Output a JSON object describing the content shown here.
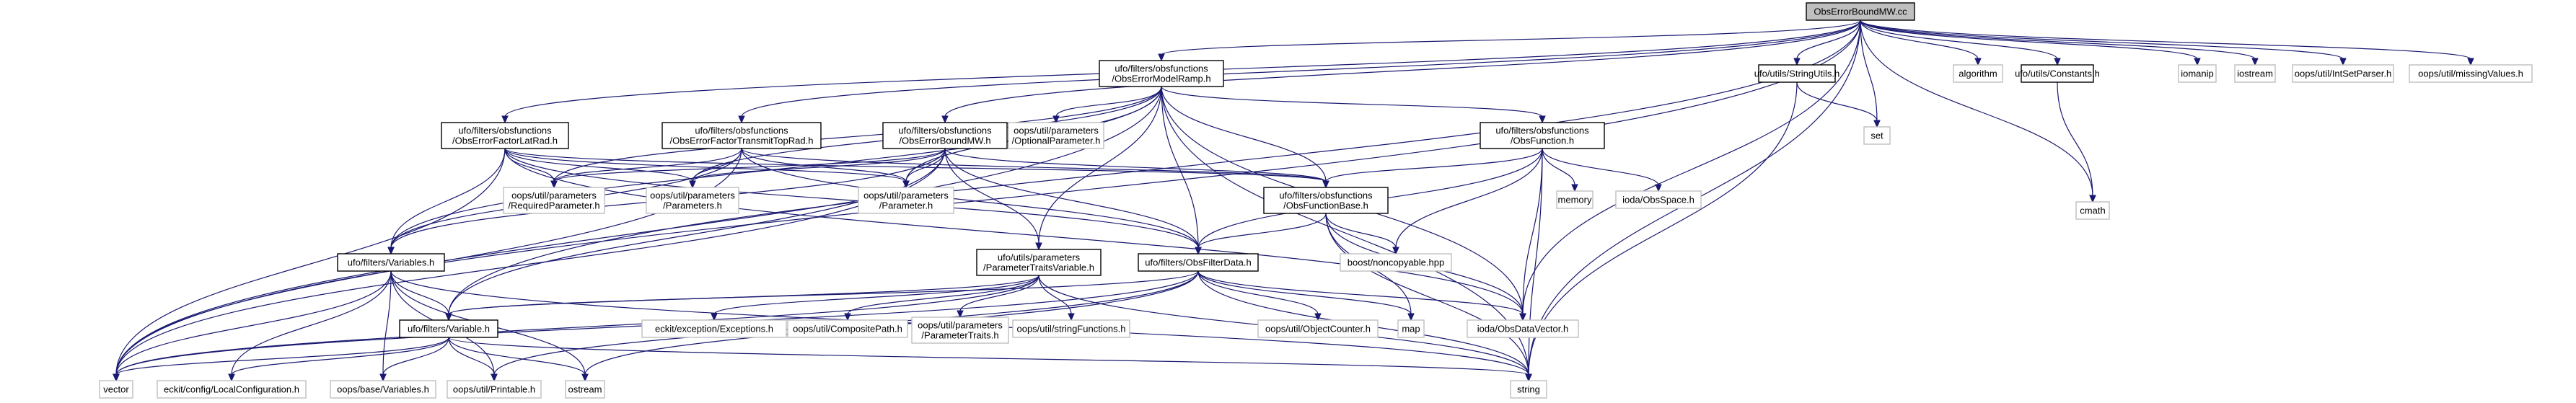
{
  "diagram": {
    "nodes": [
      {
        "id": "root",
        "lines": [
          "ObsErrorBoundMW.cc"
        ],
        "kind": "root"
      },
      {
        "id": "ramp",
        "lines": [
          "ufo/filters/obsfunctions",
          "/ObsErrorModelRamp.h"
        ],
        "kind": "internal"
      },
      {
        "id": "stringutils",
        "lines": [
          "ufo/utils/StringUtils.h"
        ],
        "kind": "internal"
      },
      {
        "id": "constants",
        "lines": [
          "ufo/utils/Constants.h"
        ],
        "kind": "internal"
      },
      {
        "id": "algorithm",
        "lines": [
          "algorithm"
        ],
        "kind": "external"
      },
      {
        "id": "iomanip",
        "lines": [
          "iomanip"
        ],
        "kind": "external"
      },
      {
        "id": "iostream",
        "lines": [
          "iostream"
        ],
        "kind": "external"
      },
      {
        "id": "intsetparser",
        "lines": [
          "oops/util/IntSetParser.h"
        ],
        "kind": "external"
      },
      {
        "id": "missingvalues",
        "lines": [
          "oops/util/missingValues.h"
        ],
        "kind": "external"
      },
      {
        "id": "set",
        "lines": [
          "set"
        ],
        "kind": "external"
      },
      {
        "id": "cmath",
        "lines": [
          "cmath"
        ],
        "kind": "external"
      },
      {
        "id": "latrad",
        "lines": [
          "ufo/filters/obsfunctions",
          "/ObsErrorFactorLatRad.h"
        ],
        "kind": "internal"
      },
      {
        "id": "transmit",
        "lines": [
          "ufo/filters/obsfunctions",
          "/ObsErrorFactorTransmitTopRad.h"
        ],
        "kind": "internal"
      },
      {
        "id": "boundmwh",
        "lines": [
          "ufo/filters/obsfunctions",
          "/ObsErrorBoundMW.h"
        ],
        "kind": "internal"
      },
      {
        "id": "optparam",
        "lines": [
          "oops/util/parameters",
          "/OptionalParameter.h"
        ],
        "kind": "external"
      },
      {
        "id": "obsfunction",
        "lines": [
          "ufo/filters/obsfunctions",
          "/ObsFunction.h"
        ],
        "kind": "internal"
      },
      {
        "id": "reqparam",
        "lines": [
          "oops/util/parameters",
          "/RequiredParameter.h"
        ],
        "kind": "external"
      },
      {
        "id": "parameters",
        "lines": [
          "oops/util/parameters",
          "/Parameters.h"
        ],
        "kind": "external"
      },
      {
        "id": "parameter",
        "lines": [
          "oops/util/parameters",
          "/Parameter.h"
        ],
        "kind": "external"
      },
      {
        "id": "obsfunctionbase",
        "lines": [
          "ufo/filters/obsfunctions",
          "/ObsFunctionBase.h"
        ],
        "kind": "internal"
      },
      {
        "id": "memory",
        "lines": [
          "memory"
        ],
        "kind": "external"
      },
      {
        "id": "obsspace",
        "lines": [
          "ioda/ObsSpace.h"
        ],
        "kind": "external"
      },
      {
        "id": "variablesh",
        "lines": [
          "ufo/filters/Variables.h"
        ],
        "kind": "internal"
      },
      {
        "id": "traitsvar",
        "lines": [
          "ufo/utils/parameters",
          "/ParameterTraitsVariable.h"
        ],
        "kind": "internal"
      },
      {
        "id": "obsfilterdata",
        "lines": [
          "ufo/filters/ObsFilterData.h"
        ],
        "kind": "internal"
      },
      {
        "id": "noncopyable",
        "lines": [
          "boost/noncopyable.hpp"
        ],
        "kind": "external"
      },
      {
        "id": "variableh",
        "lines": [
          "ufo/filters/Variable.h"
        ],
        "kind": "internal"
      },
      {
        "id": "exceptions",
        "lines": [
          "eckit/exception/Exceptions.h"
        ],
        "kind": "external"
      },
      {
        "id": "compositepath",
        "lines": [
          "oops/util/CompositePath.h"
        ],
        "kind": "external"
      },
      {
        "id": "paramtraits",
        "lines": [
          "oops/util/parameters",
          "/ParameterTraits.h"
        ],
        "kind": "external"
      },
      {
        "id": "stringfunctions",
        "lines": [
          "oops/util/stringFunctions.h"
        ],
        "kind": "external"
      },
      {
        "id": "objectcounter",
        "lines": [
          "oops/util/ObjectCounter.h"
        ],
        "kind": "external"
      },
      {
        "id": "map",
        "lines": [
          "map"
        ],
        "kind": "external"
      },
      {
        "id": "obsdatavector",
        "lines": [
          "ioda/ObsDataVector.h"
        ],
        "kind": "external"
      },
      {
        "id": "vector",
        "lines": [
          "vector"
        ],
        "kind": "external"
      },
      {
        "id": "localconfig",
        "lines": [
          "eckit/config/LocalConfiguration.h"
        ],
        "kind": "external"
      },
      {
        "id": "basevariables",
        "lines": [
          "oops/base/Variables.h"
        ],
        "kind": "external"
      },
      {
        "id": "printable",
        "lines": [
          "oops/util/Printable.h"
        ],
        "kind": "external"
      },
      {
        "id": "ostream",
        "lines": [
          "ostream"
        ],
        "kind": "external"
      },
      {
        "id": "string",
        "lines": [
          "string"
        ],
        "kind": "external"
      }
    ],
    "edges": [
      [
        "root",
        "ramp"
      ],
      [
        "root",
        "stringutils"
      ],
      [
        "root",
        "constants"
      ],
      [
        "root",
        "algorithm"
      ],
      [
        "root",
        "iomanip"
      ],
      [
        "root",
        "iostream"
      ],
      [
        "root",
        "intsetparser"
      ],
      [
        "root",
        "missingvalues"
      ],
      [
        "root",
        "set"
      ],
      [
        "root",
        "cmath"
      ],
      [
        "root",
        "latrad"
      ],
      [
        "root",
        "transmit"
      ],
      [
        "root",
        "boundmwh"
      ],
      [
        "root",
        "obsdatavector"
      ],
      [
        "root",
        "string"
      ],
      [
        "root",
        "vector"
      ],
      [
        "root",
        "variableh"
      ],
      [
        "ramp",
        "optparam"
      ],
      [
        "ramp",
        "obsfunction"
      ],
      [
        "ramp",
        "reqparam"
      ],
      [
        "ramp",
        "parameters"
      ],
      [
        "ramp",
        "parameter"
      ],
      [
        "ramp",
        "obsfunctionbase"
      ],
      [
        "ramp",
        "variablesh"
      ],
      [
        "ramp",
        "traitsvar"
      ],
      [
        "ramp",
        "obsfilterdata"
      ],
      [
        "ramp",
        "obsdatavector"
      ],
      [
        "ramp",
        "string"
      ],
      [
        "ramp",
        "vector"
      ],
      [
        "stringutils",
        "set"
      ],
      [
        "stringutils",
        "string"
      ],
      [
        "constants",
        "cmath"
      ],
      [
        "latrad",
        "reqparam"
      ],
      [
        "latrad",
        "parameters"
      ],
      [
        "latrad",
        "parameter"
      ],
      [
        "latrad",
        "obsfunctionbase"
      ],
      [
        "latrad",
        "variablesh"
      ],
      [
        "latrad",
        "obsfilterdata"
      ],
      [
        "latrad",
        "vector"
      ],
      [
        "latrad",
        "obsdatavector"
      ],
      [
        "transmit",
        "reqparam"
      ],
      [
        "transmit",
        "parameters"
      ],
      [
        "transmit",
        "parameter"
      ],
      [
        "transmit",
        "obsfunctionbase"
      ],
      [
        "transmit",
        "variablesh"
      ],
      [
        "transmit",
        "obsfilterdata"
      ],
      [
        "transmit",
        "vector"
      ],
      [
        "boundmwh",
        "reqparam"
      ],
      [
        "boundmwh",
        "parameters"
      ],
      [
        "boundmwh",
        "parameter"
      ],
      [
        "boundmwh",
        "obsfunctionbase"
      ],
      [
        "boundmwh",
        "variablesh"
      ],
      [
        "boundmwh",
        "traitsvar"
      ],
      [
        "boundmwh",
        "obsfilterdata"
      ],
      [
        "boundmwh",
        "variableh"
      ],
      [
        "boundmwh",
        "vector"
      ],
      [
        "obsfunction",
        "obsfunctionbase"
      ],
      [
        "obsfunction",
        "memory"
      ],
      [
        "obsfunction",
        "obsspace"
      ],
      [
        "obsfunction",
        "noncopyable"
      ],
      [
        "obsfunction",
        "obsfilterdata"
      ],
      [
        "obsfunction",
        "obsdatavector"
      ],
      [
        "obsfunction",
        "string"
      ],
      [
        "obsfunctionbase",
        "noncopyable"
      ],
      [
        "obsfunctionbase",
        "obsfilterdata"
      ],
      [
        "obsfunctionbase",
        "map"
      ],
      [
        "obsfunctionbase",
        "obsdatavector"
      ],
      [
        "obsfunctionbase",
        "string"
      ],
      [
        "variablesh",
        "variableh"
      ],
      [
        "variablesh",
        "vector"
      ],
      [
        "variablesh",
        "localconfig"
      ],
      [
        "variablesh",
        "basevariables"
      ],
      [
        "variablesh",
        "printable"
      ],
      [
        "variablesh",
        "ostream"
      ],
      [
        "variablesh",
        "string"
      ],
      [
        "traitsvar",
        "variableh"
      ],
      [
        "traitsvar",
        "exceptions"
      ],
      [
        "traitsvar",
        "compositepath"
      ],
      [
        "traitsvar",
        "paramtraits"
      ],
      [
        "traitsvar",
        "stringfunctions"
      ],
      [
        "traitsvar",
        "string"
      ],
      [
        "traitsvar",
        "vector"
      ],
      [
        "obsfilterdata",
        "variableh"
      ],
      [
        "obsfilterdata",
        "objectcounter"
      ],
      [
        "obsfilterdata",
        "map"
      ],
      [
        "obsfilterdata",
        "obsdatavector"
      ],
      [
        "obsfilterdata",
        "string"
      ],
      [
        "obsfilterdata",
        "vector"
      ],
      [
        "obsfilterdata",
        "ostream"
      ],
      [
        "obsfilterdata",
        "printable"
      ],
      [
        "variableh",
        "vector"
      ],
      [
        "variableh",
        "localconfig"
      ],
      [
        "variableh",
        "basevariables"
      ],
      [
        "variableh",
        "printable"
      ],
      [
        "variableh",
        "ostream"
      ],
      [
        "variableh",
        "string"
      ]
    ]
  }
}
